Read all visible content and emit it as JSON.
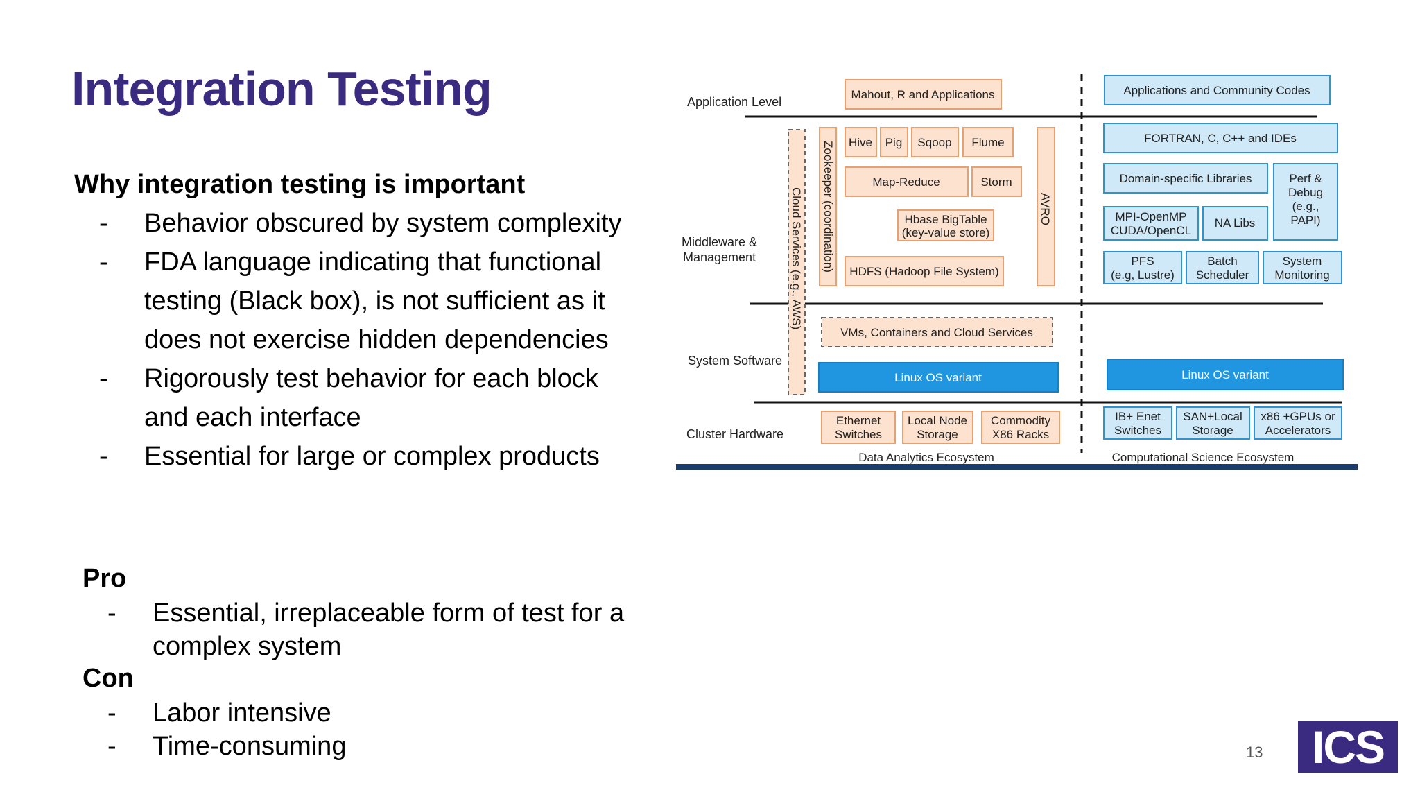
{
  "slide": {
    "title": "Integration Testing",
    "page_number": "13",
    "logo_text": "ICS"
  },
  "why": {
    "heading": "Why integration testing is important",
    "bullets": [
      "Behavior obscured by system complexity",
      "FDA language indicating that functional testing (Black box), is not sufficient as it does not exercise hidden dependencies",
      "Rigorously test behavior for each block and each interface",
      "Essential for large or complex products"
    ]
  },
  "pro": {
    "heading": "Pro",
    "bullets": [
      "Essential, irreplaceable form of test for a complex system"
    ]
  },
  "con": {
    "heading": "Con",
    "bullets": [
      "Labor intensive",
      "Time-consuming"
    ]
  },
  "diagram": {
    "colors": {
      "orange_fill": "#fde3cf",
      "orange_stroke": "#e8a070",
      "blue_fill": "#cfe9f8",
      "blue_stroke": "#2f93cf",
      "blue_solid": "#2196e0"
    },
    "levels": {
      "application": "Application Level",
      "middleware_1": "Middleware &",
      "middleware_2": "Management",
      "system": "System Software",
      "cluster": "Cluster Hardware"
    },
    "left": {
      "mahout": "Mahout, R and Applications",
      "hive": "Hive",
      "pig": "Pig",
      "sqoop": "Sqoop",
      "flume": "Flume",
      "mapreduce": "Map-Reduce",
      "storm": "Storm",
      "hbase_1": "Hbase BigTable",
      "hbase_2": "(key-value store)",
      "hdfs": "HDFS (Hadoop File System)",
      "zookeeper": "Zookeeper (coordination)",
      "cloud": "Cloud Services (e.g., AWS)",
      "avro": "AVRO",
      "vms": "VMs, Containers and Cloud Services",
      "linux": "Linux OS variant",
      "ethernet_1": "Ethernet",
      "ethernet_2": "Switches",
      "localnode_1": "Local Node",
      "localnode_2": "Storage",
      "commodity_1": "Commodity",
      "commodity_2": "X86 Racks",
      "footer": "Data Analytics Ecosystem"
    },
    "right": {
      "apps": "Applications and Community Codes",
      "fortran": "FORTRAN, C, C++ and IDEs",
      "domain": "Domain-specific Libraries",
      "perf_1": "Perf &",
      "perf_2": "Debug",
      "perf_3": "(e.g.,",
      "perf_4": "PAPI)",
      "mpi_1": "MPI-OpenMP",
      "mpi_2": "CUDA/OpenCL",
      "na": "NA Libs",
      "pfs_1": "PFS",
      "pfs_2": "(e.g, Lustre)",
      "batch_1": "Batch",
      "batch_2": "Scheduler",
      "sysmon_1": "System",
      "sysmon_2": "Monitoring",
      "linux": "Linux OS variant",
      "ib_1": "IB+ Enet",
      "ib_2": "Switches",
      "san_1": "SAN+Local",
      "san_2": "Storage",
      "x86_1": "x86 +GPUs or",
      "x86_2": "Accelerators",
      "footer": "Computational Science Ecosystem"
    }
  }
}
